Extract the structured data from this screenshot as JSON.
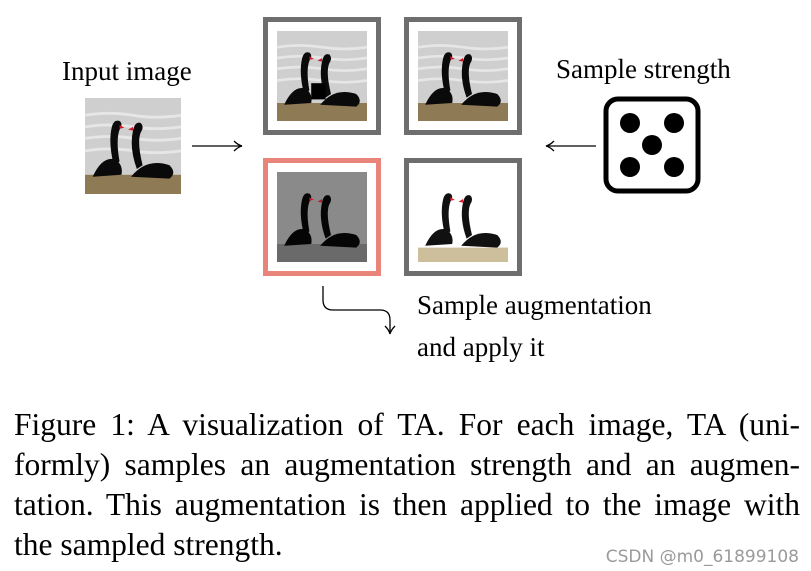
{
  "figure": {
    "input_label": "Input image",
    "strength_label": "Sample strength",
    "sample_label_line1": "Sample augmentation",
    "sample_label_line2": "and apply it",
    "frame_color": "#6e6e6e",
    "selected_frame_color": "#e8847a",
    "die_face": 5
  },
  "caption": {
    "line1": "Figure 1: A visualization of TA. For each image, TA (uni-",
    "line2": "formly) samples an augmentation strength and an augmen-",
    "line3": "tation. This augmentation is then applied to the image with",
    "line4": "the sampled strength."
  },
  "watermark": "CSDN @m0_61899108"
}
